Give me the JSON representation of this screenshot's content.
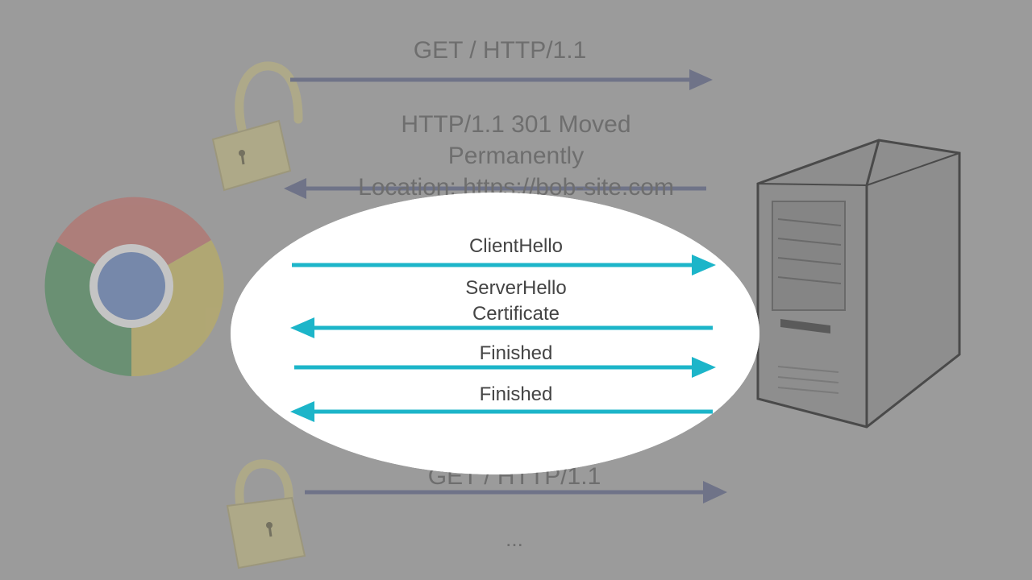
{
  "background_messages": {
    "initial_request": "GET / HTTP/1.1",
    "redirect_response": [
      "HTTP/1.1 301 Moved",
      "Permanently",
      "Location: https://bob-site.com"
    ],
    "secure_request": "GET / HTTP/1.1",
    "ellipsis": "..."
  },
  "tls_handshake": {
    "client_hello": "ClientHello",
    "server_hello": "ServerHello",
    "certificate": "Certificate",
    "client_finished": "Finished",
    "server_finished": "Finished"
  },
  "colors": {
    "background": "#9b9b9b",
    "dim_arrow": "#6f7388",
    "handshake_arrow": "#1cb5c9",
    "highlight": "#ffffff",
    "chrome_red": "#b27773",
    "chrome_green": "#5f8e6a",
    "chrome_yellow": "#b6aa6a",
    "chrome_blue": "#6d84ae",
    "lock_body": "#b3ad84",
    "server_fill": "#8e8e8e"
  },
  "icons": [
    "chrome-logo-icon",
    "open-lock-icon",
    "closed-lock-icon",
    "server-tower-icon"
  ]
}
